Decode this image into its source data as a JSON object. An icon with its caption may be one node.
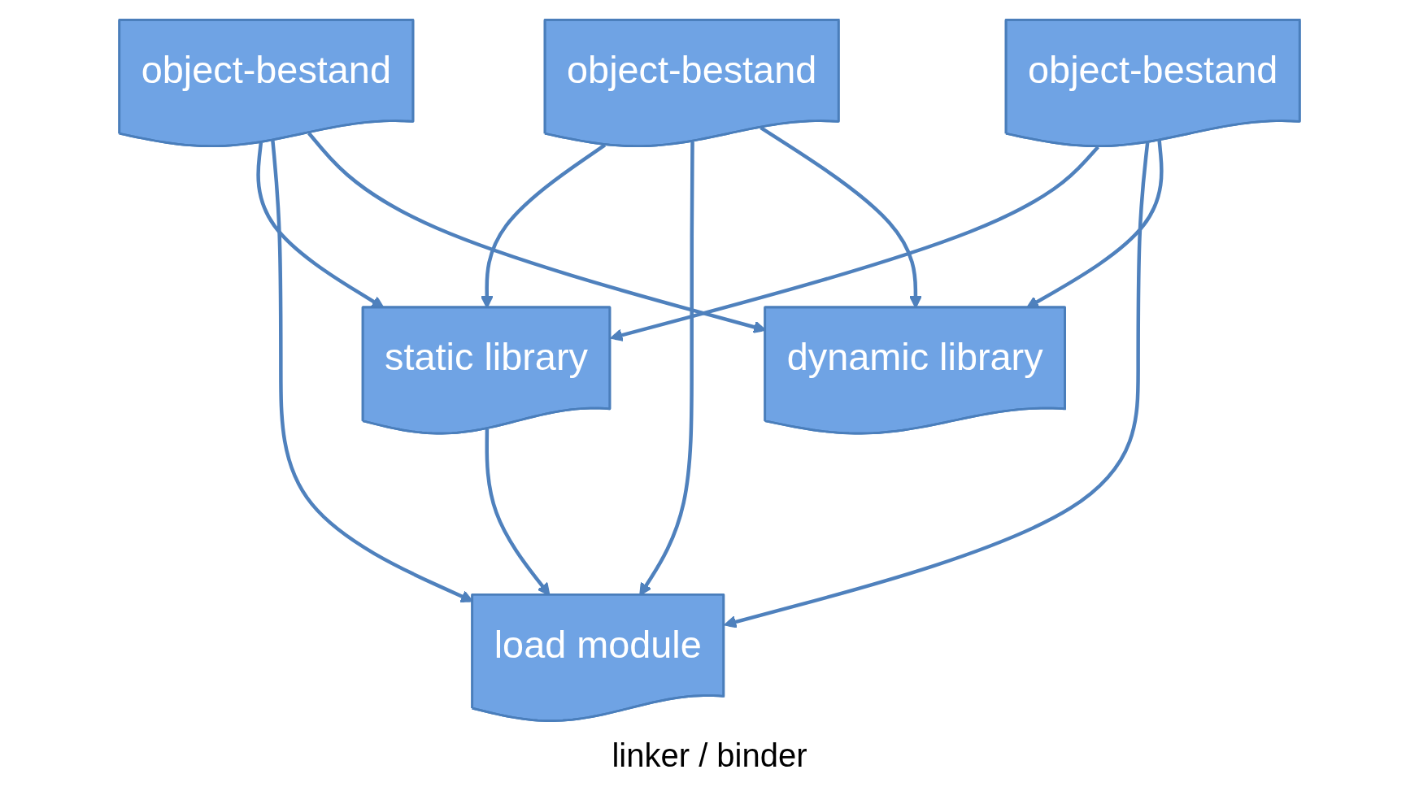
{
  "diagram": {
    "nodes": [
      {
        "text": [
          "object-bestand"
        ]
      },
      {
        "text": [
          "object-bestand"
        ]
      },
      {
        "text": [
          "object-bestand"
        ]
      },
      {
        "text": [
          "static library"
        ]
      },
      {
        "text": [
          "load module"
        ]
      },
      {
        "text": [
          "dynamic library"
        ]
      }
    ],
    "edges": [
      {
        "from": 0,
        "to": 3,
        "arrow": "to"
      },
      {
        "from": 0,
        "to": 4,
        "arrow": "to"
      },
      {
        "from": 0,
        "to": 5,
        "arrow": "to"
      },
      {
        "from": 1,
        "to": 3,
        "arrow": "to"
      },
      {
        "from": 1,
        "to": 4,
        "arrow": "to"
      },
      {
        "from": 1,
        "to": 5,
        "arrow": "to"
      },
      {
        "from": 2,
        "to": 3,
        "arrow": "to"
      },
      {
        "from": 2,
        "to": 4,
        "arrow": "to"
      },
      {
        "from": 2,
        "to": 5,
        "arrow": "to"
      },
      {
        "from": 3,
        "to": 4,
        "arrow": "to"
      }
    ],
    "labels": [
      "linker / binder"
    ]
  }
}
